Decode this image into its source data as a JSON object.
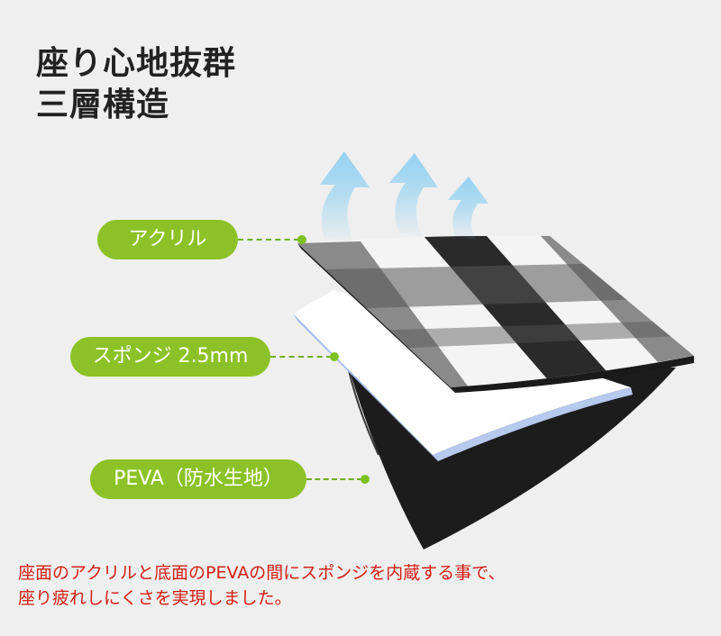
{
  "heading": {
    "line1": "座り心地抜群",
    "line2": "三層構造"
  },
  "labels": {
    "top": "アクリル",
    "middle": "スポンジ 2.5mm",
    "bottom": "PEVA（防水生地）"
  },
  "caption": {
    "line1": "座面のアクリルと底面のPEVAの間にスポンジを内蔵する事で、",
    "line2": "座り疲れしにくさを実現しました。"
  },
  "colors": {
    "background": "#efefef",
    "label_pill": "#8cc227",
    "caption_text": "#d42016",
    "arrow": "#8fd0f2",
    "foam": "#ffffff",
    "peva": "#1c1c1c",
    "check_dark": "#2a2a2a",
    "check_light": "#f4f4f4"
  },
  "icons": {
    "airflow": "up-arrow-icon"
  }
}
